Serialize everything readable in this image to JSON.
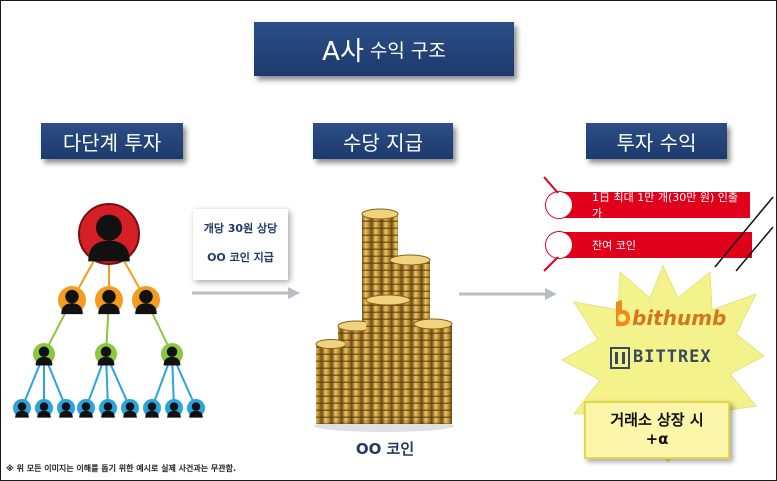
{
  "title": {
    "main": "A사",
    "sub": "수익 구조"
  },
  "sections": [
    {
      "label": "다단계 투자"
    },
    {
      "label": "수당 지급"
    },
    {
      "label": "투자 수익"
    }
  ],
  "callout": {
    "line1": "개당 30원 상당",
    "line2": "OO 코인 지급"
  },
  "coin_label": "OO 코인",
  "revenue_items": [
    {
      "text": "1日 최대 1만 개(30만 원) 인출 가"
    },
    {
      "text": "잔여 코인"
    }
  ],
  "exchanges": [
    {
      "name": "bithumb"
    },
    {
      "name": "BITTREX"
    }
  ],
  "listing": {
    "line1": "거래소 상장 시",
    "line2": "+α"
  },
  "footnote": "※ 위 모든 이미지는 이해를 돕기 위한 예시로 실제 사건과는 무관함.",
  "colors": {
    "navy": "#1f3a66",
    "red": "#e0001b",
    "orange": "#f39c1f",
    "green": "#8dc63f",
    "blue": "#2aa3df",
    "gold": "#c9a24a",
    "burst": "#f4f28a"
  }
}
